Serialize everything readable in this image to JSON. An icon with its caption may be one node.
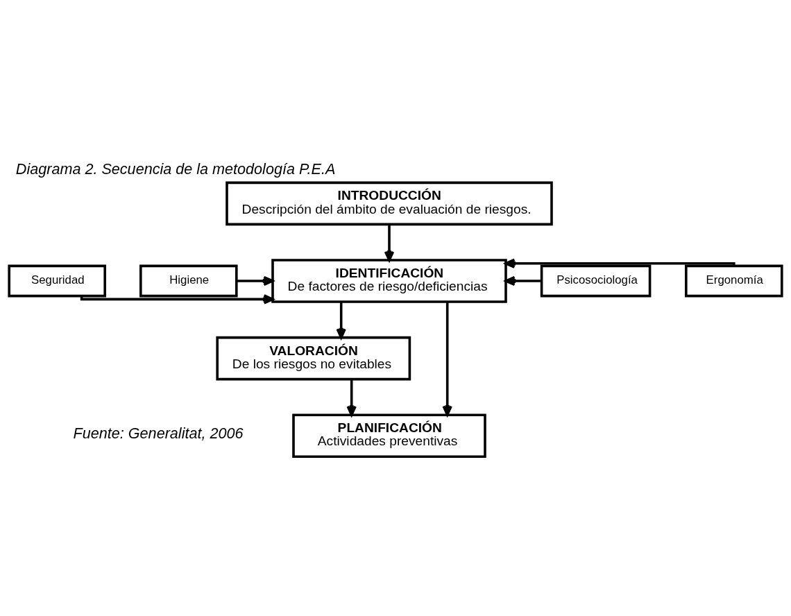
{
  "diagram": {
    "title": "Diagrama 2. Secuencia de la metodología P.E.A",
    "caption": "Fuente: Generalitat, 2006",
    "nodes": [
      {
        "text": [
          "INTRODUCCIÓN",
          "Descripción del ámbito de evaluación de riesgos."
        ]
      },
      {
        "text": [
          "Seguridad"
        ]
      },
      {
        "text": [
          "IDENTIFICACIÓN",
          "De factores de riesgo/deficiencias"
        ]
      },
      {
        "text": [
          "Ergonomía"
        ]
      },
      {
        "text": [
          "Higiene"
        ]
      },
      {
        "text": [
          "Psicosociología"
        ]
      },
      {
        "text": [
          "VALORACIÓN",
          "De los riesgos no evitables"
        ]
      },
      {
        "text": [
          "PLANIFICACIÓN",
          "Actividades preventivas"
        ]
      }
    ],
    "edges": [
      {
        "from": 0,
        "to": 2,
        "arrow": "to"
      },
      {
        "from": 1,
        "to": 2,
        "arrow": "to"
      },
      {
        "from": 3,
        "to": 2,
        "arrow": "to"
      },
      {
        "from": 4,
        "to": 2,
        "arrow": "to"
      },
      {
        "from": 5,
        "to": 2,
        "arrow": "to"
      },
      {
        "from": 2,
        "to": 6,
        "arrow": "to"
      },
      {
        "from": 6,
        "to": 7,
        "arrow": "to"
      },
      {
        "from": 2,
        "to": 7,
        "arrow": "to"
      }
    ]
  }
}
